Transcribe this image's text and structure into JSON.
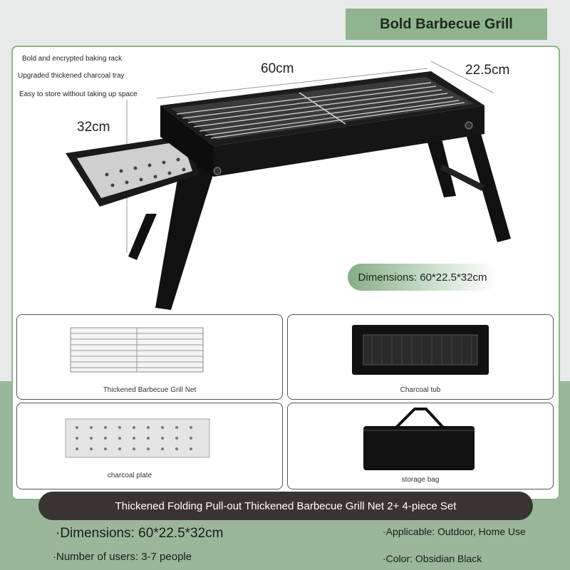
{
  "title": "Bold Barbecue Grill",
  "features": [
    "Bold and encrypted baking rack",
    "Upgraded thickened charcoal tray",
    "Easy to store without taking up space"
  ],
  "dimensions": {
    "length": "60cm",
    "width": "22.5cm",
    "height": "32cm",
    "summary": "Dimensions: 60*22.5*32cm"
  },
  "parts": [
    {
      "label": "Thickened Barbecue Grill Net"
    },
    {
      "label": "Charcoal tub"
    },
    {
      "label": "charcoal plate"
    },
    {
      "label": "storage bag"
    }
  ],
  "bundle_bar": "Thickened Folding Pull-out Thickened Barbecue Grill Net 2+ 4-piece Set",
  "specs": {
    "dimensions": "·Dimensions: 60*22.5*32cm",
    "users": "·Number of users: 3-7 people",
    "applicable": "·Applicable: Outdoor, Home Use",
    "color": "·Color: Obsidian Black"
  },
  "colors": {
    "accent_green": "#8fb48f",
    "bottom_green": "#9bb79b",
    "dark_bar": "#3a3431"
  }
}
